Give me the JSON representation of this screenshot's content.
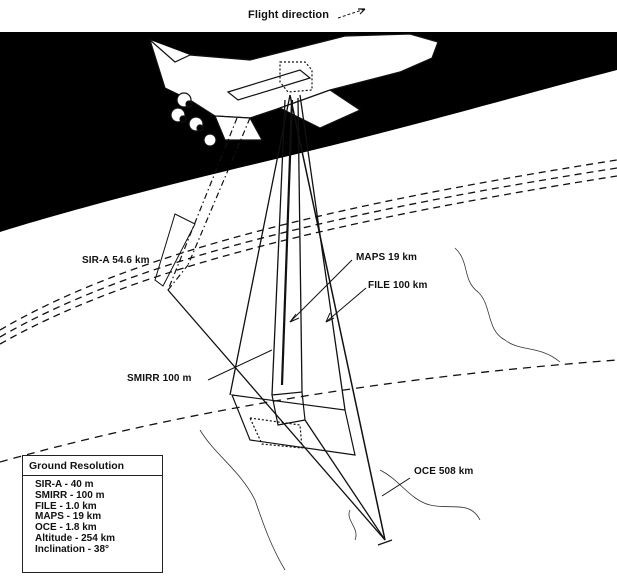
{
  "labels": {
    "flight_direction": "Flight direction",
    "sir_a": "SIR-A 54.6 km",
    "maps": "MAPS 19 km",
    "file": "FILE 100 km",
    "smirr": "SMIRR 100 m",
    "oce": "OCE 508 km"
  },
  "legend": {
    "title": "Ground Resolution",
    "items": [
      "SIR-A - 40 m",
      "SMIRR - 100 m",
      "FILE - 1.0 km",
      "MAPS - 19 km",
      "OCE - 1.8 km",
      "Altitude - 254 km",
      "Inclination - 38°"
    ]
  },
  "colors": {
    "space": "#000000",
    "earth": "#ffffff",
    "ink": "#111111"
  }
}
